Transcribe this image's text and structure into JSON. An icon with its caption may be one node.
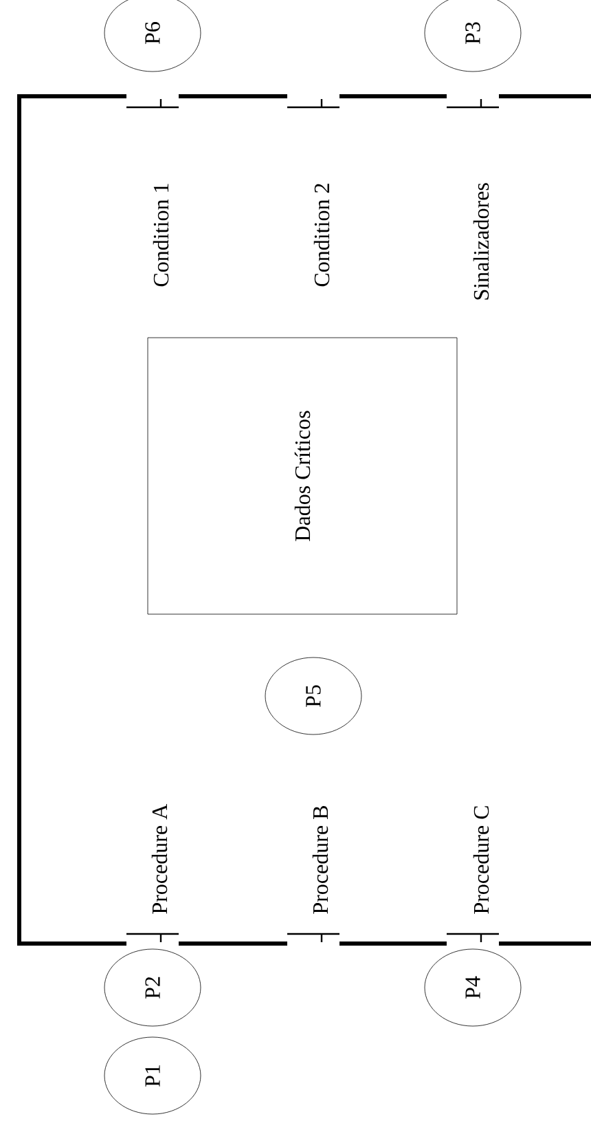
{
  "diagram": {
    "nodes": [
      {
        "text": [
          "P6"
        ]
      },
      {
        "text": [
          "P3"
        ]
      },
      {
        "text": [
          "Dados Críticos"
        ]
      },
      {
        "text": [
          "P5"
        ]
      },
      {
        "text": [
          "P2"
        ]
      },
      {
        "text": [
          "P4"
        ]
      },
      {
        "text": [
          "P1"
        ]
      }
    ],
    "labels": [
      "Condition 1",
      "Condition 2",
      "Sinalizadores",
      "Procedure A",
      "Procedure B",
      "Procedure C"
    ]
  }
}
